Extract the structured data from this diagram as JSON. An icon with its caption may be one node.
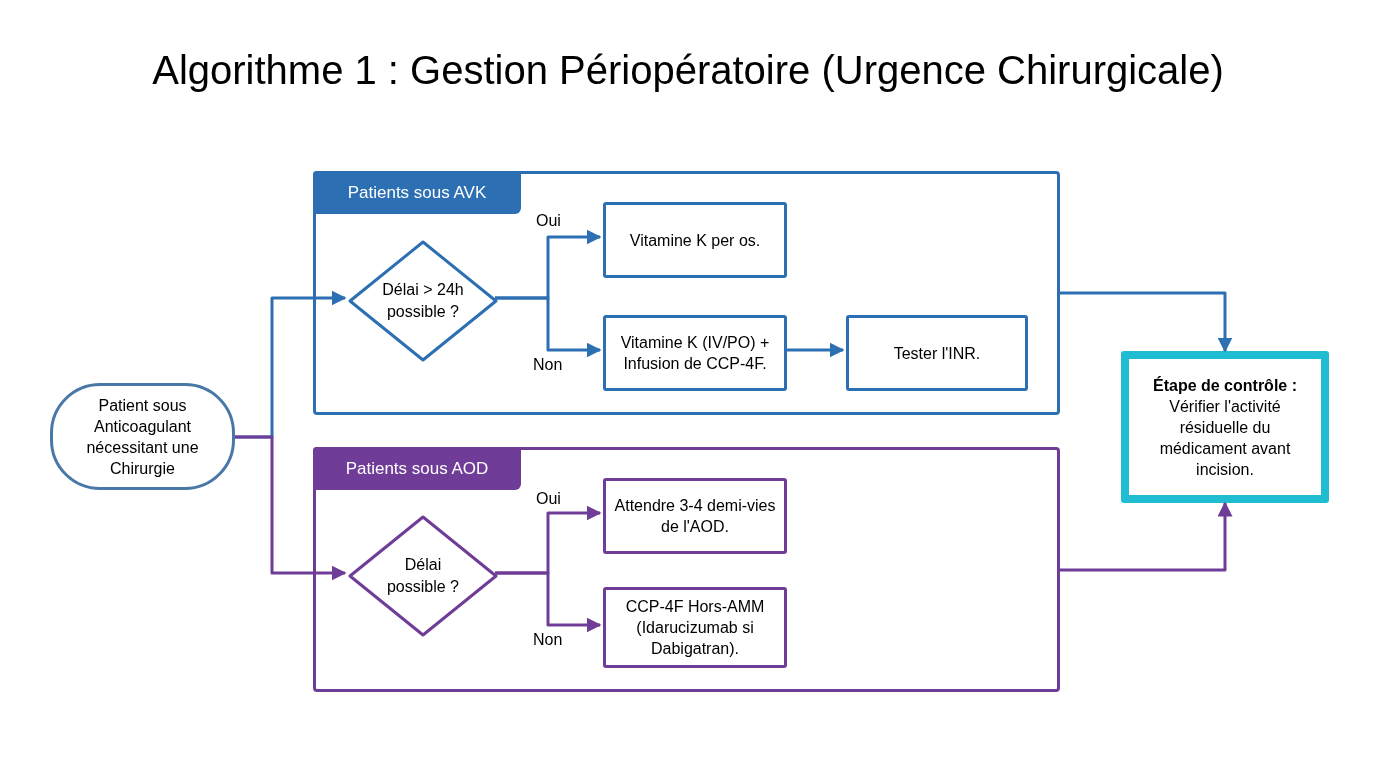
{
  "diagram": {
    "title": "Algorithme 1 : Gestion Périopératoire (Urgence Chirurgicale)",
    "nodes": [
      {
        "text": [
          "Patient sous Anticoagulant nécessitant une Chirurgie"
        ]
      },
      {
        "text": [
          "Patients sous AVK"
        ]
      },
      {
        "text": [
          "Délai > 24h possible ?"
        ],
        "in": 1
      },
      {
        "text": [
          "Vitamine K per os."
        ],
        "in": 1
      },
      {
        "text": [
          "Vitamine K (IV/PO) + Infusion de CCP-4F."
        ],
        "in": 1
      },
      {
        "text": [
          "Tester l'INR."
        ],
        "in": 1
      },
      {
        "text": [
          "Patients sous AOD"
        ]
      },
      {
        "text": [
          "Délai possible ?"
        ],
        "in": 6
      },
      {
        "text": [
          "Attendre 3-4 demi-vies de l'AOD."
        ],
        "in": 6
      },
      {
        "text": [
          "CCP-4F Hors-AMM (Idarucizumab si Dabigatran)."
        ],
        "in": 6
      },
      {
        "text": [
          "Étape de contrôle :",
          "Vérifier l'activité résiduelle du médicament avant incision."
        ]
      }
    ],
    "edges": [
      {
        "from": 0,
        "to": 2,
        "arrow": "to"
      },
      {
        "from": 0,
        "to": 7,
        "arrow": "to",
        "color": "#6f3c98"
      },
      {
        "from": 2,
        "to": 3,
        "arrow": "to",
        "label": "Oui"
      },
      {
        "from": 2,
        "to": 4,
        "arrow": "to",
        "label": "Non"
      },
      {
        "from": 4,
        "to": 5,
        "arrow": "to"
      },
      {
        "from": 1,
        "to": 10,
        "arrow": "to"
      },
      {
        "from": 7,
        "to": 8,
        "arrow": "to",
        "label": "Oui",
        "color": "#6f3c98"
      },
      {
        "from": 7,
        "to": 9,
        "arrow": "to",
        "label": "Non",
        "color": "#6f3c98"
      },
      {
        "from": 6,
        "to": 10,
        "arrow": "to",
        "color": "#6f3c98"
      }
    ]
  }
}
